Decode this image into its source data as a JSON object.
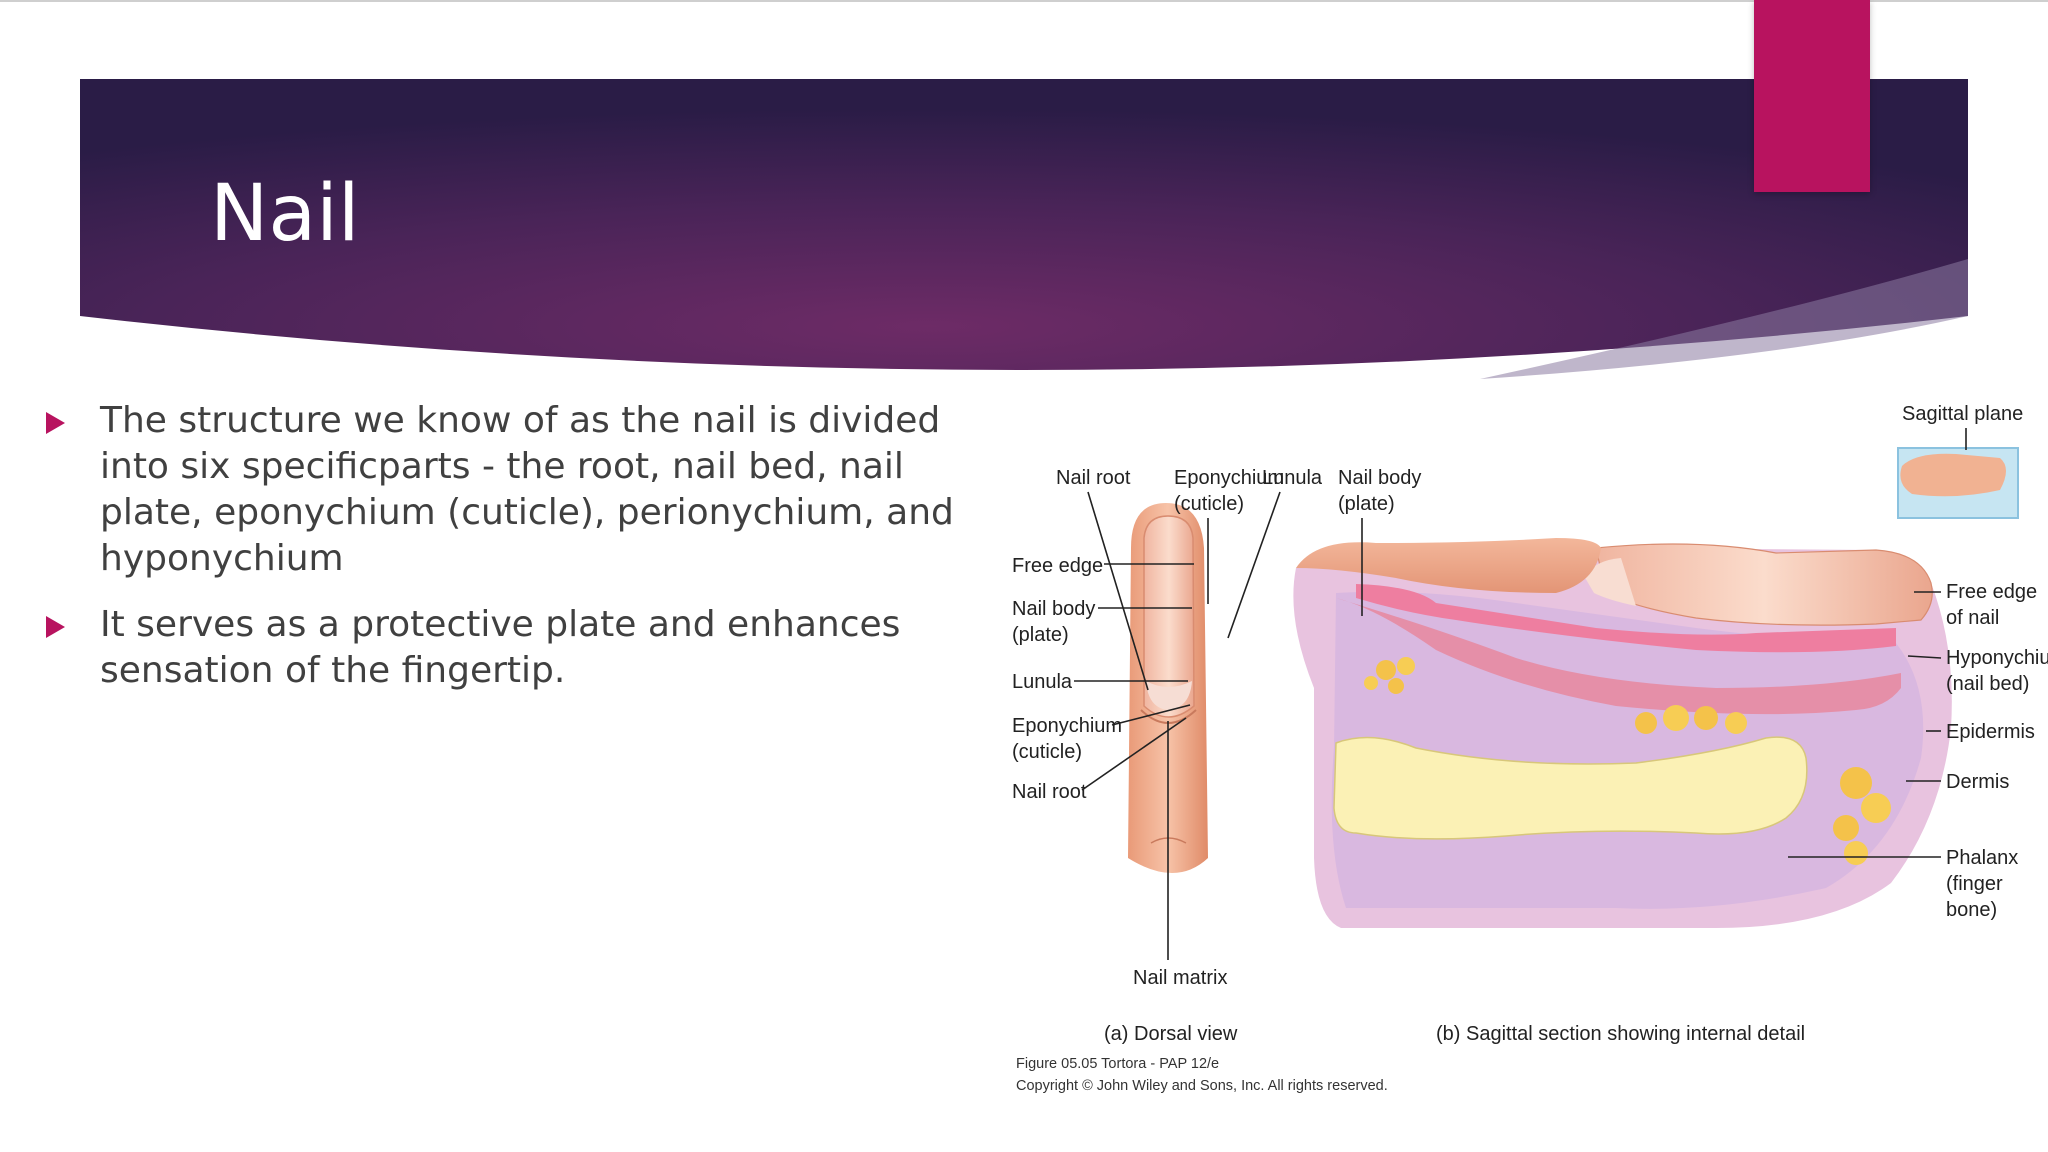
{
  "slide": {
    "title": "Nail",
    "bullets": [
      "The structure we know of as the nail is divided into six specificparts - the root, nail bed, nail plate, eponychium (cuticle), perionychium, and hyponychium",
      " It serves as a protective plate and enhances sensation of the fingertip."
    ]
  },
  "figure": {
    "labels": {
      "free_edge": "Free edge",
      "nail_body_l1": "Nail body",
      "nail_body_l2": "(plate)",
      "lunula": "Lunula",
      "eponychium_l1": "Eponychium",
      "eponychium_l2": "(cuticle)",
      "nail_root": "Nail root",
      "sag_nail_root": "Nail root",
      "sag_eponychium_l1": "Eponychium",
      "sag_eponychium_l2": "(cuticle)",
      "sag_lunula": "Lunula",
      "sag_nail_body_l1": "Nail body",
      "sag_nail_body_l2": "(plate)",
      "sagittal_plane": "Sagittal plane",
      "free_edge_nail_l1": "Free edge",
      "free_edge_nail_l2": "of nail",
      "hyponychium_l1": "Hyponychium",
      "hyponychium_l2": "(nail bed)",
      "epidermis": "Epidermis",
      "dermis": "Dermis",
      "phalanx_l1": "Phalanx",
      "phalanx_l2": "(finger",
      "phalanx_l3": "bone)",
      "nail_matrix": "Nail matrix"
    },
    "captions": {
      "dorsal": "(a) Dorsal view",
      "sagittal": "(b) Sagittal section showing internal detail"
    },
    "credit": {
      "line1": "Figure 05.05  Tortora - PAP 12/e",
      "line2": "Copyright © John Wiley and Sons, Inc. All rights reserved."
    }
  },
  "colors": {
    "banner_dark": "#2a1a45",
    "banner_mid": "#6a2a62",
    "accent": "#b8135f",
    "body_text": "#404040",
    "title_text": "#ffffff"
  }
}
